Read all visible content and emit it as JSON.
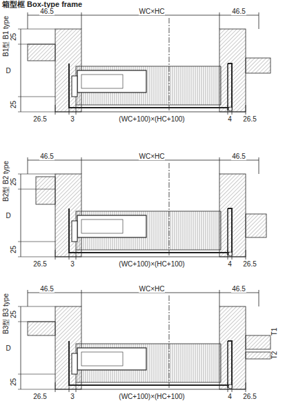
{
  "diagram": {
    "title": "箱型框 Box-type frame",
    "labels": [
      "B1型 B1 type",
      "46.5",
      "WC×HC",
      "46.5",
      "25",
      "D",
      "25",
      "26.5",
      "3",
      "(WC+100)×(HC+100)",
      "4",
      "26.5",
      "B2型 B2 type",
      "46.5",
      "WC×HC",
      "46.5",
      "25",
      "D",
      "25",
      "26.5",
      "3",
      "(WC+100)×(HC+100)",
      "4",
      "26.5",
      "B3型 B3 type",
      "46.5",
      "WC×HC",
      "46.5",
      "25",
      "D",
      "25",
      "26.5",
      "3",
      "(WC+100)×(HC+100)",
      "4",
      "26.5",
      "T1",
      "T2"
    ]
  }
}
